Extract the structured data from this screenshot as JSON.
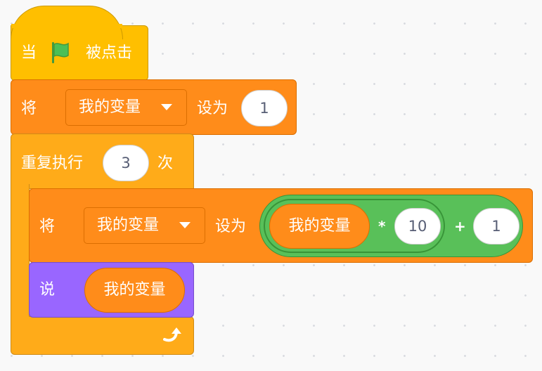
{
  "hat": {
    "when_label": "当",
    "clicked_label": "被点击",
    "flag_icon": "green-flag-icon"
  },
  "set1": {
    "label": "将",
    "variable": "我的变量",
    "to_label": "设为",
    "value": "1"
  },
  "repeat": {
    "label": "重复执行",
    "count": "3",
    "times_label": "次",
    "loop_icon": "loop-arrow-icon"
  },
  "set2": {
    "label": "将",
    "variable": "我的变量",
    "to_label": "设为",
    "expr": {
      "reporter": "我的变量",
      "times_op": "*",
      "factor": "10",
      "plus_op": "+",
      "addend": "1"
    }
  },
  "say": {
    "label": "说",
    "reporter": "我的变量"
  },
  "colors": {
    "events": "#FFBF00",
    "variables": "#FF8C1A",
    "control": "#FFAB19",
    "looks": "#9966FF",
    "operators": "#59C059",
    "flag": "#4CBF56"
  }
}
